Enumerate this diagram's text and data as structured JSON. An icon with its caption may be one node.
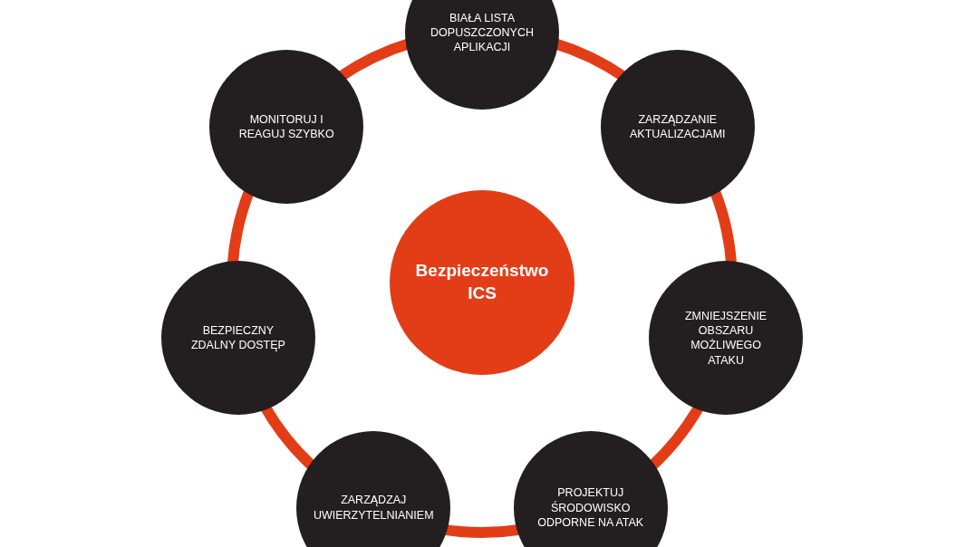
{
  "diagram": {
    "nodes": [
      {
        "text": [
          "Bezpieczeństwo ICS"
        ]
      },
      {
        "text": [
          "BIAŁA LISTA DOPUSZCZONYCH APLIKACJI"
        ]
      },
      {
        "text": [
          "ZARZĄDZANIE AKTUALIZACJAMI"
        ]
      },
      {
        "text": [
          "ZMNIEJSZENIE OBSZARU MOŻLIWEGO ATAKU"
        ]
      },
      {
        "text": [
          "PROJEKTUJ ŚRODOWISKO ODPORNE NA ATAK"
        ]
      },
      {
        "text": [
          "ZARZĄDZAJ UWIERZYTELNIANIEM"
        ]
      },
      {
        "text": [
          "BEZPIECZNY ZDALNY DOSTĘP"
        ]
      },
      {
        "text": [
          "MONITORUJ I REAGUJ SZYBKO"
        ]
      }
    ],
    "edges": [
      {
        "from": 1,
        "to": 2,
        "arrow": "none"
      },
      {
        "from": 2,
        "to": 3,
        "arrow": "none"
      },
      {
        "from": 3,
        "to": 4,
        "arrow": "none"
      },
      {
        "from": 4,
        "to": 5,
        "arrow": "none"
      },
      {
        "from": 5,
        "to": 6,
        "arrow": "none"
      },
      {
        "from": 6,
        "to": 7,
        "arrow": "none"
      },
      {
        "from": 7,
        "to": 1,
        "arrow": "none"
      }
    ]
  }
}
